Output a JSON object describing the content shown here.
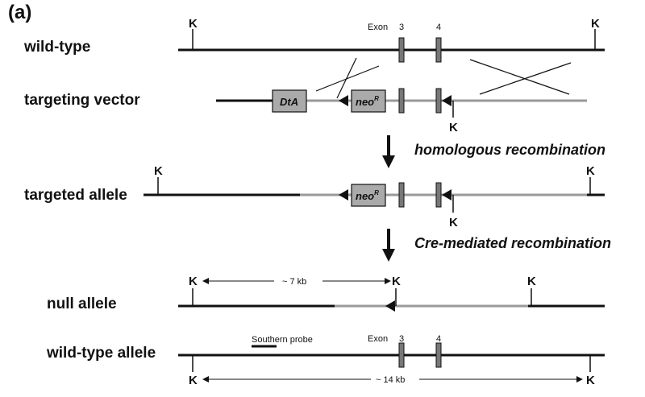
{
  "panel_label": "(a)",
  "rows": {
    "wild_type": "wild-type",
    "targeting_vector": "targeting vector",
    "targeted_allele": "targeted allele",
    "null_allele": "null allele",
    "wild_type_allele": "wild-type allele"
  },
  "steps": {
    "homologous": "homologous recombination",
    "cre": "Cre-mediated recombination"
  },
  "site_label": "K",
  "exon_label": "Exon",
  "exon_numbers": [
    "3",
    "4"
  ],
  "dta_label": "DtA",
  "neo_label": "neo",
  "neo_superscript": "R",
  "null_distance": "~ 7 kb",
  "wt_distance": "~ 14 kb",
  "probe_label": "Southern probe",
  "colors": {
    "line_black": "#111111",
    "line_gray": "#999999",
    "box_fill": "#aaaaaa"
  }
}
